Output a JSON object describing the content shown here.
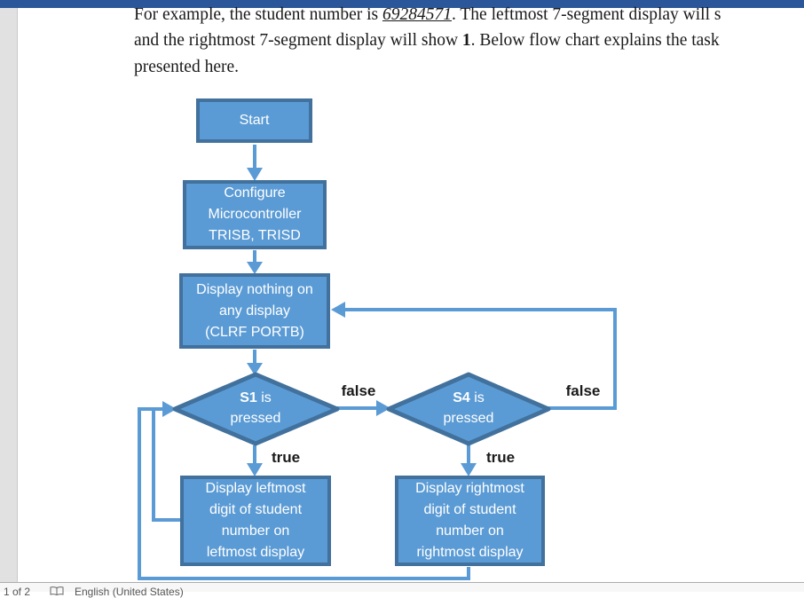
{
  "chrome": {
    "title_bar_color": "#2B579A",
    "status_bar": {
      "page_info": "1 of 2",
      "language": "English (United States)"
    }
  },
  "paragraph": {
    "line1_before": "For example, the student number is ",
    "line1_number": "69284571",
    "line1_after": ". The leftmost 7-segment display will s",
    "line2_before": "and the rightmost 7-segment display will show ",
    "line2_bold": "1",
    "line2_after": ". Below flow chart explains the task",
    "line3": "presented here."
  },
  "flowchart": {
    "colors": {
      "shape_fill": "#5B9BD5",
      "shape_border": "#41719C",
      "connector": "#5B9BD5",
      "label_text": "#1a1a1a",
      "shape_text": "#ffffff"
    },
    "start": {
      "label": "Start"
    },
    "configure": {
      "lines": [
        "Configure",
        "Microcontroller",
        "TRISB, TRISD"
      ]
    },
    "display_nothing": {
      "lines": [
        "Display nothing on",
        "any display",
        "(CLRF PORTB)"
      ]
    },
    "s1_decision": {
      "id_bold": "S1",
      "line1_rest": " is",
      "line2": "pressed"
    },
    "s4_decision": {
      "id_bold": "S4",
      "line1_rest": " is",
      "line2": "pressed"
    },
    "left_box": {
      "lines": [
        "Display leftmost",
        "digit of student",
        "number on",
        "leftmost display"
      ]
    },
    "right_box": {
      "lines": [
        "Display rightmost",
        "digit of student",
        "number on",
        "rightmost display"
      ]
    },
    "labels": {
      "false1": "false",
      "false2": "false",
      "true1": "true",
      "true2": "true"
    }
  }
}
